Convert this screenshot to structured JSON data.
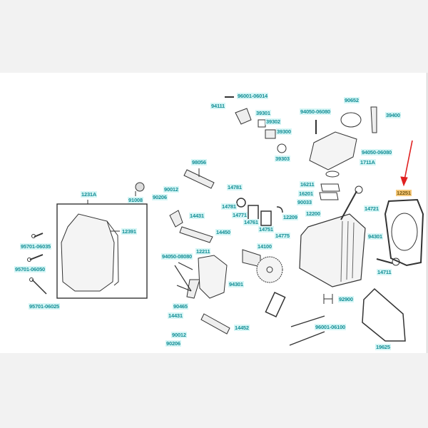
{
  "diagram": {
    "title": "Cylinder head exploded parts diagram",
    "highlight_color": "#f7c97a",
    "label_color": "#138e96",
    "arrow_color": "#e02020",
    "highlighted_part": "12251"
  },
  "labels": [
    "96001-06014",
    "94111",
    "39301",
    "39302",
    "39300",
    "39303",
    "90652",
    "94050-06080",
    "39400",
    "94050-06080",
    "1711A",
    "98056",
    "1231A",
    "91008",
    "90012",
    "90206",
    "14431",
    "14781",
    "14781",
    "14771",
    "14761",
    "14751",
    "12209",
    "14775",
    "16211",
    "16201",
    "90033",
    "12200",
    "14721",
    "12251",
    "12391",
    "95701-06035",
    "95701-06050",
    "95701-06025",
    "14450",
    "94050-08080",
    "12211",
    "14100",
    "94301",
    "94301",
    "14711",
    "90465",
    "14431",
    "14452",
    "92900",
    "96001-06100",
    "90012",
    "90206",
    "19625"
  ]
}
